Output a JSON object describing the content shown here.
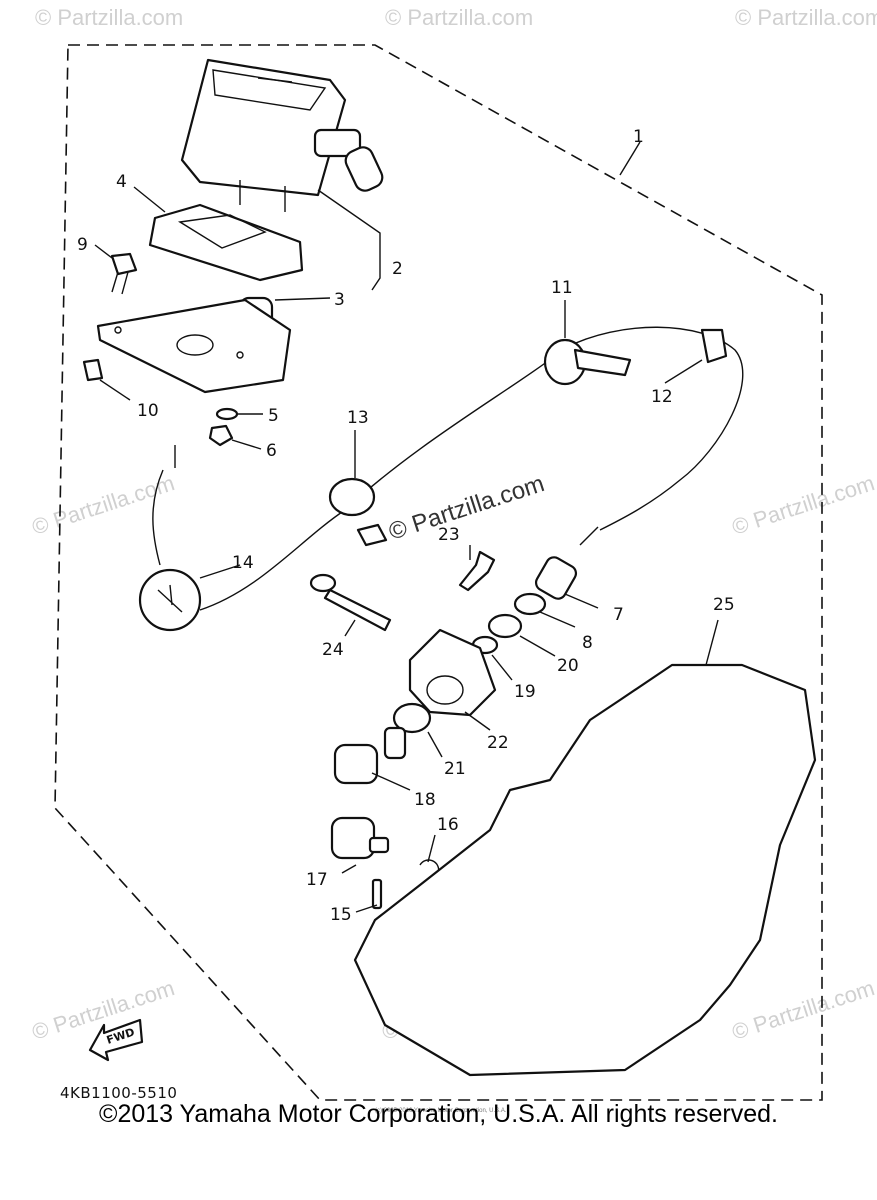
{
  "watermarks": {
    "partzilla": "© Partzilla.com",
    "partzilla_center": "© Partzilla.com"
  },
  "diagram": {
    "catalog_code": "4KB1100-5510",
    "fwd_label": "FWD",
    "fine_print": "(c) 2005-2016 Yamaha Motor Corporation, U.S.A.",
    "callouts": [
      "1",
      "2",
      "3",
      "4",
      "5",
      "6",
      "7",
      "8",
      "9",
      "10",
      "11",
      "12",
      "13",
      "14",
      "15",
      "16",
      "17",
      "18",
      "19",
      "20",
      "21",
      "22",
      "23",
      "24",
      "25"
    ]
  },
  "footer": {
    "copyright": "©2013 Yamaha Motor Corporation, U.S.A. All rights reserved."
  }
}
